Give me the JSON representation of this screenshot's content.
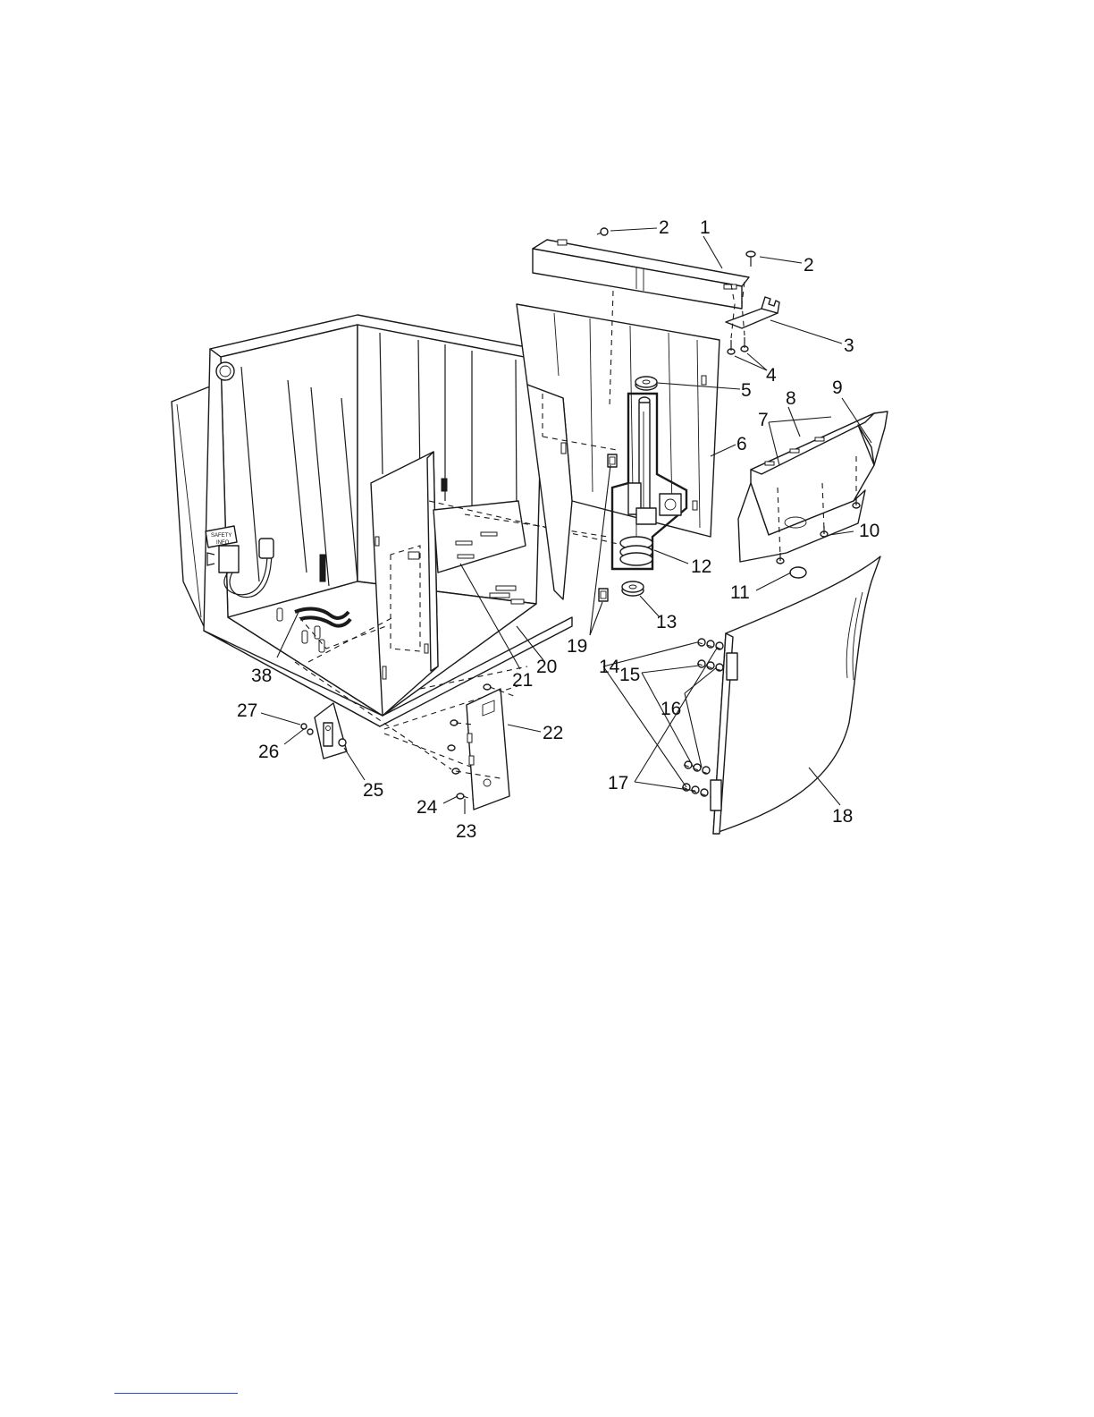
{
  "callouts": {
    "c1": "1",
    "c2a": "2",
    "c2b": "2",
    "c3": "3",
    "c4": "4",
    "c5": "5",
    "c6": "6",
    "c7": "7",
    "c8": "8",
    "c9": "9",
    "c10": "10",
    "c11": "11",
    "c12": "12",
    "c13": "13",
    "c14": "14",
    "c15": "15",
    "c16": "16",
    "c17": "17",
    "c18": "18",
    "c19": "19",
    "c20": "20",
    "c21": "21",
    "c22": "22",
    "c23": "23",
    "c24": "24",
    "c25": "25",
    "c26": "26",
    "c27": "27",
    "c38": "38"
  },
  "label": {
    "safety_line1": "SAFETY",
    "safety_line2": "INFO"
  },
  "colors": {
    "line": "#1a1a1a",
    "footer_rule": "#2a4fd6"
  }
}
